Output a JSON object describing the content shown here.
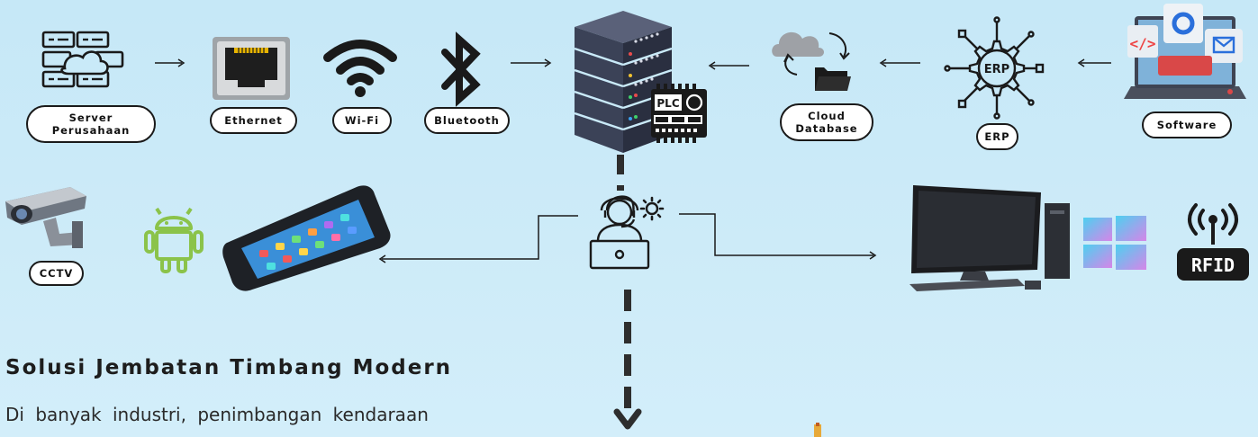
{
  "labels": {
    "server": "Server\nPerusahaan",
    "ethernet": "Ethernet",
    "wifi": "Wi-Fi",
    "bluetooth": "Bluetooth",
    "cloud": "Cloud\nDatabase",
    "erp": "ERP",
    "software": "Software",
    "cctv": "CCTV"
  },
  "icon_text": {
    "plc": "PLC",
    "erp_badge": "ERP",
    "rfid": "RFID"
  },
  "heading": "Solusi Jembatan Timbang Modern",
  "paragraph": "Di banyak industri, penimbangan kendaraan",
  "colors": {
    "background": "#c9eaf8",
    "dark": "#1a1a1a",
    "server_rack": "#3b4257",
    "phone_screen": "#3a8fd8",
    "windows_gradient_start": "#4dd0f0",
    "windows_gradient_end": "#d685e8"
  }
}
